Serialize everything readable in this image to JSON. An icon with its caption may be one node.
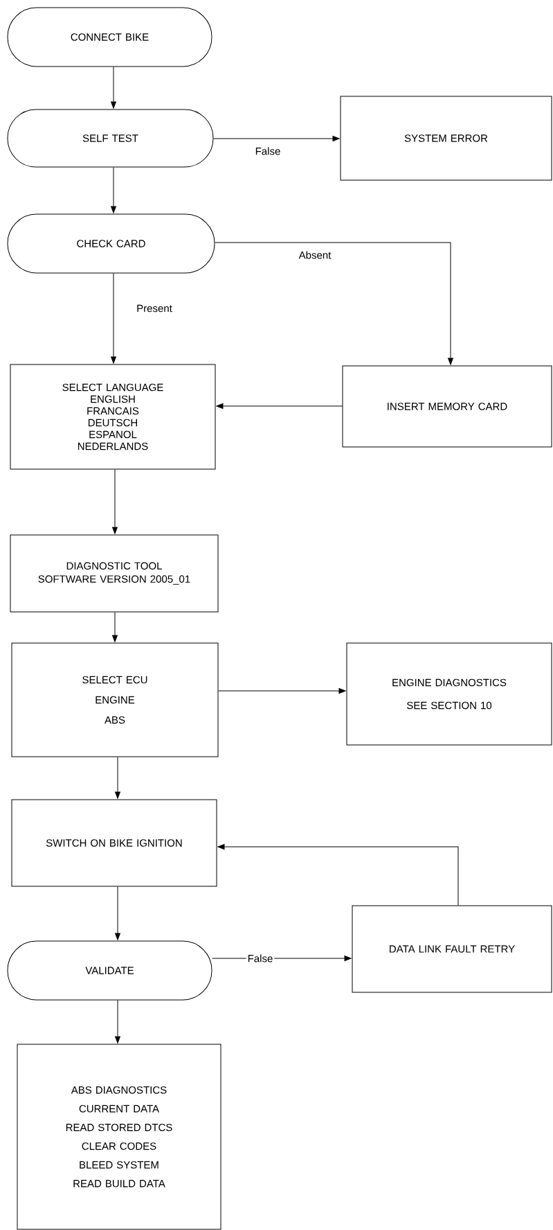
{
  "diagram": {
    "nodes": [
      {
        "text": [
          "CONNECT BIKE"
        ]
      },
      {
        "text": [
          "SELF TEST"
        ]
      },
      {
        "text": [
          "SYSTEM ERROR"
        ]
      },
      {
        "text": [
          "CHECK CARD"
        ]
      },
      {
        "text": [
          "SELECT LANGUAGE",
          "ENGLISH",
          "FRANCAIS",
          "DEUTSCH",
          "ESPANOL",
          "NEDERLANDS"
        ]
      },
      {
        "text": [
          "INSERT MEMORY CARD"
        ]
      },
      {
        "text": [
          "DIAGNOSTIC TOOL SOFTWARE VERSION 2005_01"
        ]
      },
      {
        "text": [
          "SELECT ECU",
          "ENGINE",
          "ABS"
        ]
      },
      {
        "text": [
          "ENGINE DIAGNOSTICS",
          "SEE SECTION 10"
        ]
      },
      {
        "text": [
          "SWITCH ON BIKE IGNITION"
        ]
      },
      {
        "text": [
          "VALIDATE"
        ]
      },
      {
        "text": [
          "DATA LINK FAULT RETRY"
        ]
      },
      {
        "text": [
          "ABS DIAGNOSTICS",
          "CURRENT DATA",
          "READ STORED DTCS",
          "CLEAR CODES",
          "BLEED SYSTEM",
          "READ BUILD DATA"
        ]
      }
    ],
    "edges": [
      {
        "from": 0,
        "to": 1,
        "arrow": "to"
      },
      {
        "from": 1,
        "to": 2,
        "arrow": "to",
        "label": "False"
      },
      {
        "from": 1,
        "to": 3,
        "arrow": "to"
      },
      {
        "from": 3,
        "to": 4,
        "arrow": "to",
        "label": "Present"
      },
      {
        "from": 3,
        "to": 5,
        "arrow": "to",
        "label": "Absent"
      },
      {
        "from": 5,
        "to": 4,
        "arrow": "to"
      },
      {
        "from": 4,
        "to": 6,
        "arrow": "to"
      },
      {
        "from": 6,
        "to": 7,
        "arrow": "to"
      },
      {
        "from": 7,
        "to": 8,
        "arrow": "to"
      },
      {
        "from": 7,
        "to": 9,
        "arrow": "to"
      },
      {
        "from": 9,
        "to": 10,
        "arrow": "to"
      },
      {
        "from": 10,
        "to": 11,
        "arrow": "to",
        "label": "False"
      },
      {
        "from": 11,
        "to": 9,
        "arrow": "to"
      },
      {
        "from": 10,
        "to": 12,
        "arrow": "to"
      }
    ]
  }
}
